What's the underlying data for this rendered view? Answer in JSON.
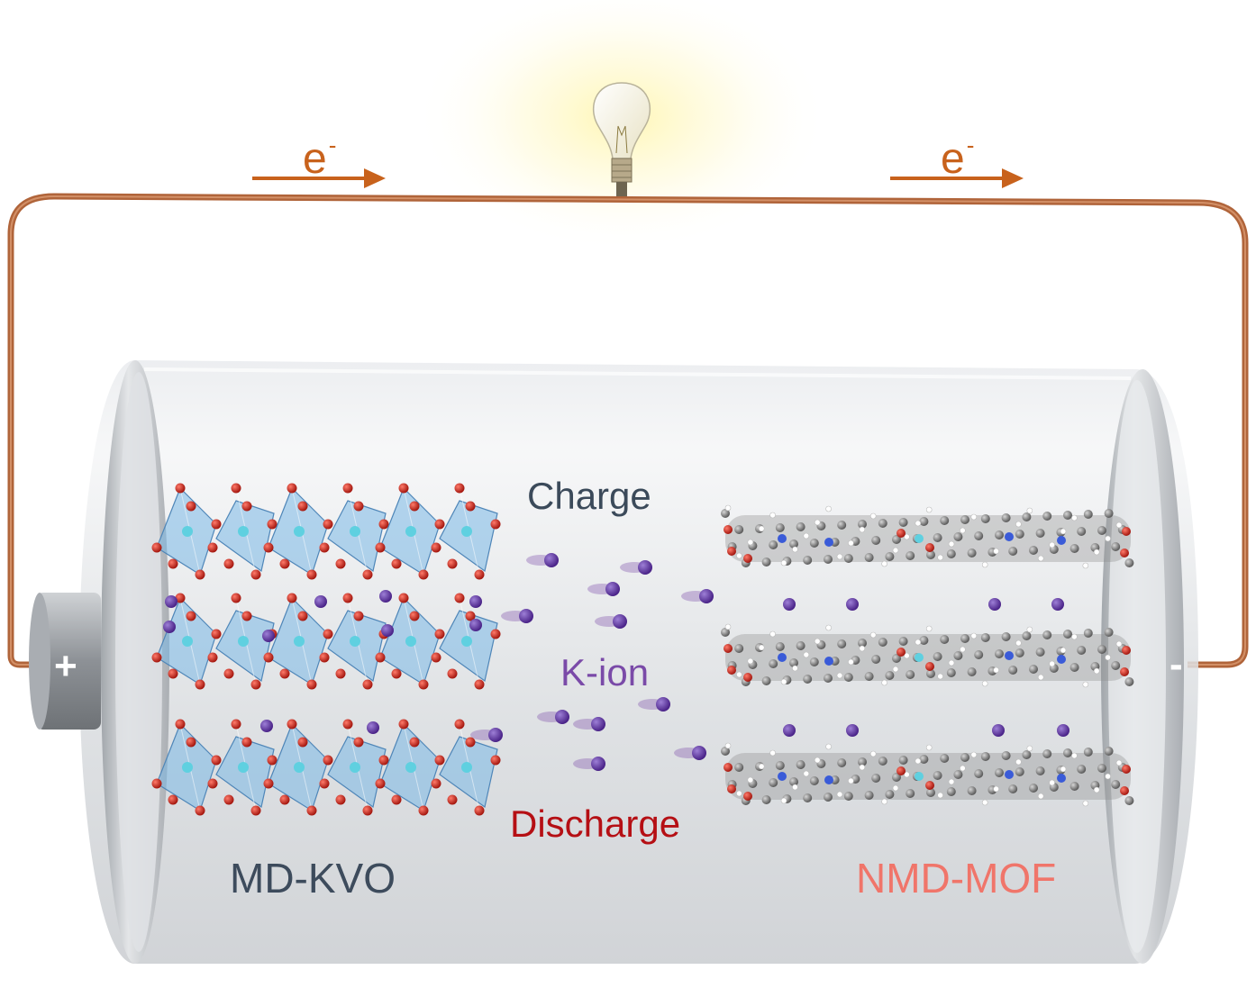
{
  "labels": {
    "electron_left": "e",
    "electron_right": "e",
    "electron_superscript": "-",
    "charge": "Charge",
    "k_ion": "K-ion",
    "discharge": "Discharge",
    "cathode": "MD-KVO",
    "anode": "NMD-MOF",
    "positive_terminal": "+",
    "negative_terminal": "-"
  },
  "colors": {
    "wire": "#b0643a",
    "electron_arrow": "#c8621c",
    "k_ion": "#6a3fa8",
    "vanadium_oxide_polyhedra": "#7ab8e6",
    "oxygen_atom": "#d23a2a",
    "vanadium_atom": "#5fd0e0",
    "mof_carbon": "#8c8c8c",
    "mof_hydrogen": "#ffffff",
    "mof_nitrogen": "#3a5bd8",
    "cell_body": "#dfe2e6",
    "bulb_glow": "#fff3a0"
  },
  "icons": {
    "bulb": "light-bulb-icon",
    "arrow": "arrow-right-icon"
  }
}
